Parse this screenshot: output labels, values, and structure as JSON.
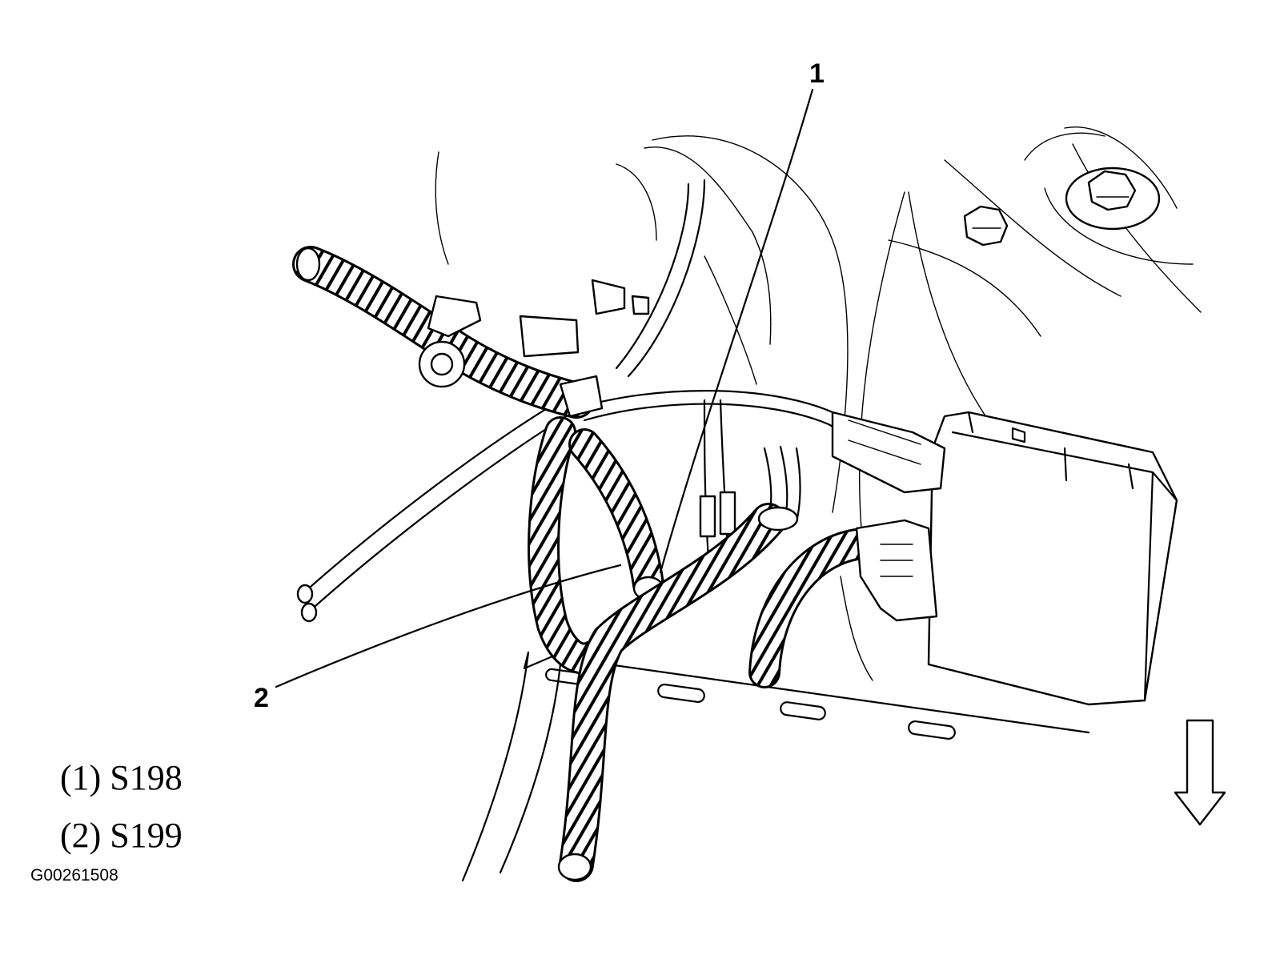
{
  "callouts": [
    {
      "number": "1"
    },
    {
      "number": "2"
    }
  ],
  "legend": [
    {
      "text": "(1) S198"
    },
    {
      "text": "(2) S199"
    }
  ],
  "figure_id": "G00261508",
  "icons": [
    "down-arrow-icon"
  ],
  "colors": {
    "ink": "#000000",
    "background": "#ffffff"
  }
}
